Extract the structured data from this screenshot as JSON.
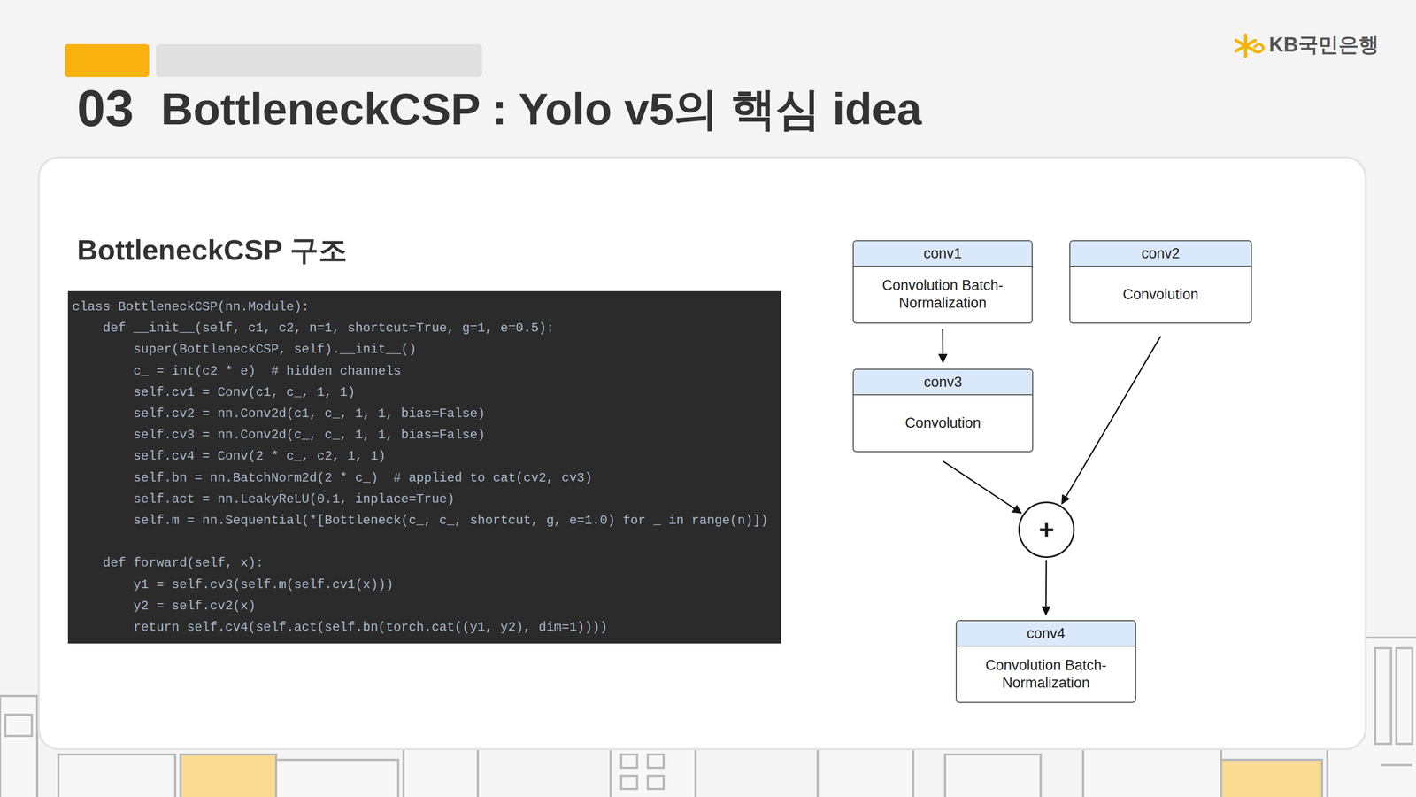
{
  "diagram": {
    "title": "BottleneckCSP : Yolo v5의 핵심 idea",
    "nodes": [
      {
        "text": [
          "conv1",
          "Convolution Batch-Normalization"
        ]
      },
      {
        "text": [
          "conv2",
          "Convolution"
        ]
      },
      {
        "text": [
          "conv3",
          "Convolution"
        ]
      },
      {
        "text": [
          "+"
        ]
      },
      {
        "text": [
          "conv4",
          "Convolution Batch-Normalization"
        ]
      }
    ],
    "edges": [
      {
        "from": 0,
        "to": 2,
        "arrow": "to"
      },
      {
        "from": 2,
        "to": 3,
        "arrow": "to"
      },
      {
        "from": 1,
        "to": 3,
        "arrow": "to"
      },
      {
        "from": 3,
        "to": 4,
        "arrow": "to"
      }
    ],
    "labels": [
      "03",
      "KB국민은행",
      "BottleneckCSP 구조",
      "class BottleneckCSP(nn.Module):",
      "def __init__(self, c1, c2, n=1, shortcut=True, g=1, e=0.5):",
      "super(BottleneckCSP, self).__init__()",
      "c_ = int(c2 * e)  # hidden channels",
      "self.cv1 = Conv(c1, c_, 1, 1)",
      "self.cv2 = nn.Conv2d(c1, c_, 1, 1, bias=False)",
      "self.cv3 = nn.Conv2d(c_, c_, 1, 1, bias=False)",
      "self.cv4 = Conv(2 * c_, c2, 1, 1)",
      "self.bn = nn.BatchNorm2d(2 * c_)  # applied to cat(cv2, cv3)",
      "self.act = nn.LeakyReLU(0.1, inplace=True)",
      "self.m = nn.Sequential(*[Bottleneck(c_, c_, shortcut, g, e=1.0) for _ in range(n)])",
      "def forward(self, x):",
      "y1 = self.cv3(self.m(self.cv1(x)))",
      "y2 = self.cv2(x)",
      "return self.cv4(self.act(self.bn(torch.cat((y1, y2), dim=1))))"
    ]
  }
}
